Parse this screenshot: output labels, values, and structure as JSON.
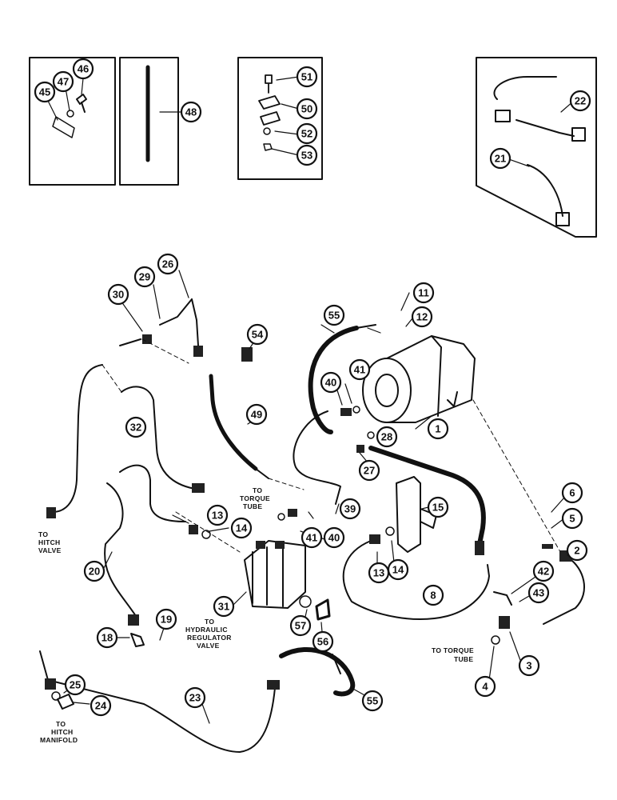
{
  "notes": {
    "to_hitch_valve": [
      "TO",
      "HITCH",
      "VALVE"
    ],
    "to_torque_tube_top": [
      "TO",
      "TORQUE",
      "TUBE"
    ],
    "to_hydraulic_regulator_valve": [
      "TO",
      "HYDRAULIC",
      "REGULATOR",
      "VALVE"
    ],
    "to_torque_tube_bottom": [
      "TO TORQUE",
      "TUBE"
    ],
    "to_hitch_manifold": [
      "TO",
      "HITCH",
      "MANIFOLD"
    ]
  },
  "callouts": [
    "45",
    "47",
    "46",
    "48",
    "51",
    "50",
    "52",
    "53",
    "22",
    "21",
    "30",
    "29",
    "26",
    "11",
    "12",
    "55",
    "54",
    "41",
    "40",
    "1",
    "28",
    "32",
    "49",
    "27",
    "6",
    "5",
    "2",
    "15",
    "13",
    "14",
    "39",
    "40",
    "41",
    "13",
    "14",
    "42",
    "43",
    "20",
    "31",
    "8",
    "57",
    "56",
    "19",
    "18",
    "4",
    "3",
    "55",
    "23",
    "25",
    "24"
  ]
}
